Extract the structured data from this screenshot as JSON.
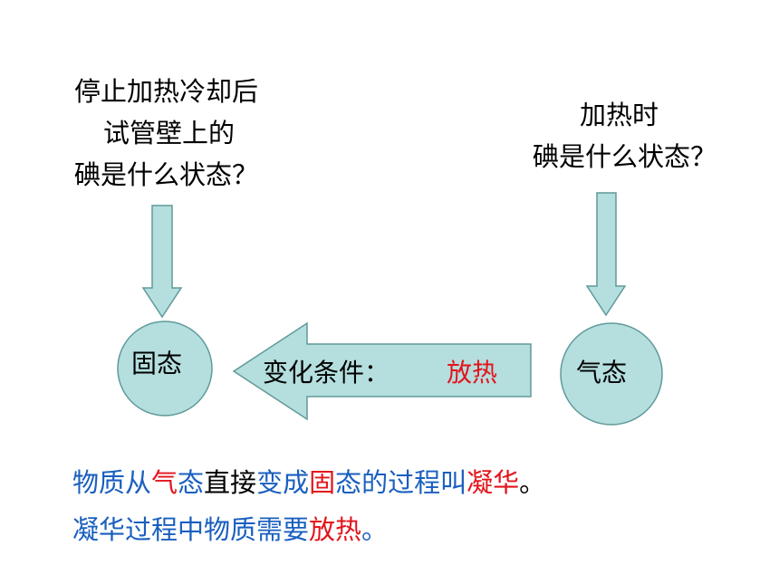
{
  "question_left": {
    "line1": "停止加热冷却后",
    "line2": "试管壁上的",
    "line3": "碘是什么状态？"
  },
  "question_right": {
    "line1": "加热时",
    "line2": "碘是什么状态？"
  },
  "nodes": {
    "solid": "固态",
    "gas": "气态"
  },
  "condition": {
    "label": "变化条件：",
    "value": "放热"
  },
  "summary": {
    "line1": [
      {
        "text": "物质从",
        "color": "#1a5fbf"
      },
      {
        "text": "气",
        "color": "#e3141c"
      },
      {
        "text": "态",
        "color": "#1a5fbf"
      },
      {
        "text": "直接",
        "color": "#000000"
      },
      {
        "text": "变成",
        "color": "#1a5fbf"
      },
      {
        "text": "固",
        "color": "#e3141c"
      },
      {
        "text": "态的过程叫",
        "color": "#1a5fbf"
      },
      {
        "text": "凝华",
        "color": "#e3141c"
      },
      {
        "text": "。",
        "color": "#000000"
      }
    ],
    "line2": [
      {
        "text": "凝华过程中物质需要",
        "color": "#1a5fbf"
      },
      {
        "text": "放热",
        "color": "#e3141c"
      },
      {
        "text": "。",
        "color": "#1a5fbf"
      }
    ]
  },
  "colors": {
    "shape_fill": "#b5dede",
    "shape_stroke": "#5f9a9a",
    "accent_red": "#e3141c",
    "accent_blue": "#1a5fbf"
  }
}
